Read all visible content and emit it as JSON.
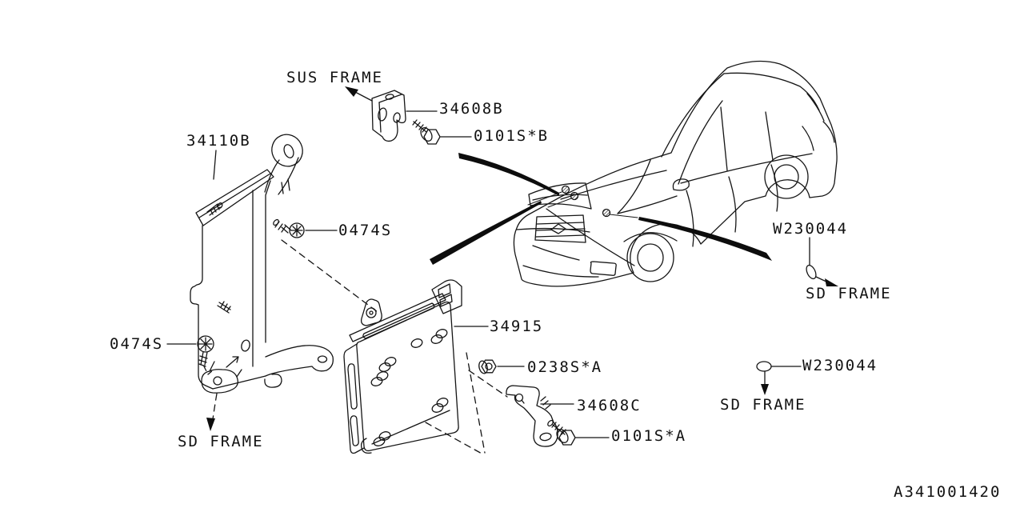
{
  "diagram": {
    "title_code": "A341001420",
    "colors": {
      "line": "#111111",
      "background": "#ffffff"
    },
    "labels": {
      "sus_frame": "SUS FRAME",
      "part_34608B": "34608B",
      "bolt_0101S_B": "0101S*B",
      "part_34110B": "34110B",
      "screw_0474S_right": "0474S",
      "screw_0474S_left": "0474S",
      "sd_frame_left": "SD FRAME",
      "part_34915": "34915",
      "nut_0238S_A": "0238S*A",
      "part_34608C": "34608C",
      "bolt_0101S_A": "0101S*A",
      "clip_W230044_upper": "W230044",
      "sd_frame_upper_right": "SD FRAME",
      "clip_W230044_lower": "W230044",
      "sd_frame_lower_right": "SD FRAME"
    }
  }
}
